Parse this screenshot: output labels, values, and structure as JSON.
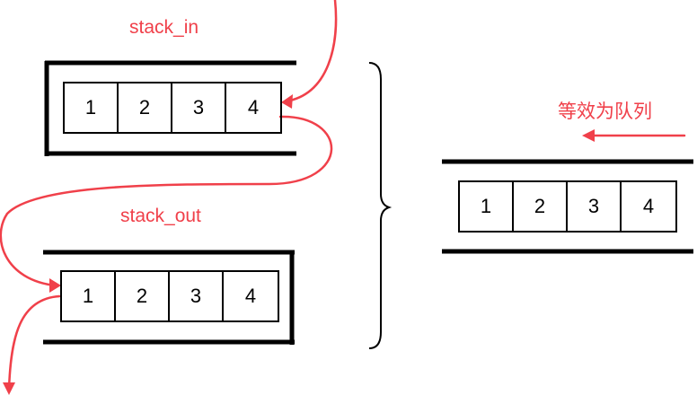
{
  "stack_in": {
    "label": "stack_in",
    "cells": [
      "1",
      "2",
      "3",
      "4"
    ]
  },
  "stack_out": {
    "label": "stack_out",
    "cells": [
      "1",
      "2",
      "3",
      "4"
    ]
  },
  "queue": {
    "label": "等效为队列",
    "cells": [
      "1",
      "2",
      "3",
      "4"
    ]
  },
  "colors": {
    "accent": "#f0404a",
    "line": "#000000",
    "background": "#ffffff"
  }
}
